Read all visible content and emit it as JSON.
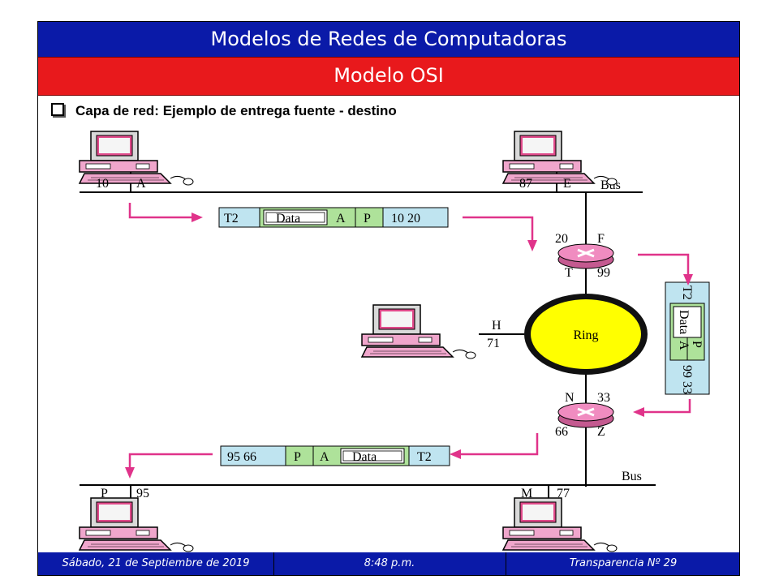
{
  "header": {
    "title": "Modelos de Redes de Computadoras",
    "subtitle": "Modelo OSI"
  },
  "bullet": {
    "text": "Capa de red: Ejemplo de entrega fuente - destino"
  },
  "diagram": {
    "top_bus_label": "Bus",
    "bottom_bus_label": "Bus",
    "ring_label": "Ring",
    "node_A": {
      "num": "10",
      "letter": "A"
    },
    "node_E": {
      "num": "87",
      "letter": "E"
    },
    "node_H": {
      "letter": "H",
      "num": "71"
    },
    "node_P": {
      "letter": "P",
      "num": "95"
    },
    "node_M": {
      "letter": "M",
      "num": "77"
    },
    "router_top": {
      "num_top": "20",
      "letter_top": "F",
      "letter_bottom": "T",
      "num_bottom": "99"
    },
    "router_bottom": {
      "letter_top": "N",
      "num_top": "33",
      "num_bottom": "66",
      "letter_bottom": "Z"
    },
    "packet_top": {
      "t2": "T2",
      "data": "Data",
      "a": "A",
      "p": "P",
      "addr": "10 20"
    },
    "packet_vertical": {
      "t2": "T2",
      "data": "Data",
      "a": "A",
      "p": "P",
      "addr": "99 33"
    },
    "packet_bottom": {
      "addr": "95 66",
      "p": "P",
      "a": "A",
      "data": "Data",
      "t2": "T2"
    },
    "colors": {
      "arrow": "#e0338a",
      "packet_blue": "#bfe4f0",
      "packet_green": "#aee29a",
      "router": "#f08cc0",
      "ring_fill": "#ffff00",
      "ring_border": "#111111"
    }
  },
  "footer": {
    "date": "Sábado, 21 de Septiembre de 2019",
    "time": "8:48 p.m.",
    "slide": "Transparencia Nº 29"
  }
}
